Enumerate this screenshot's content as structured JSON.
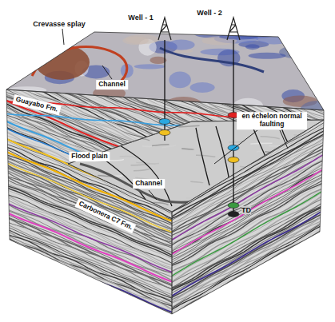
{
  "diagram": {
    "nodes": [
      {
        "text": [
          "Channel"
        ]
      },
      {
        "text": [
          "Guayabo Fm."
        ]
      },
      {
        "text": [
          "en échelon normal faulting"
        ]
      },
      {
        "text": [
          "Flood plain"
        ]
      },
      {
        "text": [
          "Channel"
        ]
      },
      {
        "text": [
          "Carbonera C7 Fm."
        ]
      }
    ],
    "labels": [
      "Well - 1",
      "Well - 2",
      "Crevasse splay",
      "TD"
    ]
  }
}
